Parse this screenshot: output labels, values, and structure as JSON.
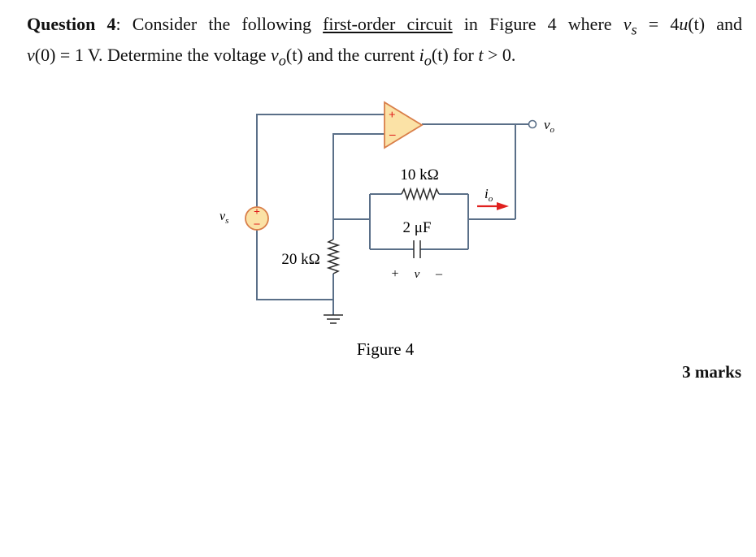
{
  "question": {
    "label": "Question 4",
    "colon": ":",
    "text1": " Consider the following ",
    "link": "first-order circuit",
    "text2": " in Figure 4 where ",
    "vs_var": "v",
    "vs_sub": "s",
    "vs_eq": " = 4",
    "ut_var": "u",
    "ut_arg": "(t)",
    "and": " and",
    "v0_var": "v",
    "v0_rest": "(0) = 1 V. Determine the voltage ",
    "vo_var": "v",
    "vo_sub": "o",
    "vo_arg": "(t)",
    "mid": " and the current ",
    "io_var": "i",
    "io_sub": "o",
    "io_arg": "(t)",
    "for": " for ",
    "t_var": "t",
    "cond": " > 0."
  },
  "figure": {
    "caption": "Figure 4",
    "r_feedback": "10 kΩ",
    "c_feedback": "2 μF",
    "r_ground": "20 kΩ",
    "cap_plus": "+",
    "cap_v": "v",
    "cap_minus": "–",
    "io_var": "i",
    "io_sub": "o",
    "vo_var": "v",
    "vo_sub": "o",
    "vs_var": "v",
    "vs_sub": "s",
    "src_plus": "+",
    "src_minus": "–",
    "opamp_plus": "+",
    "opamp_minus": "–",
    "colors": {
      "wire": "#5a6f88",
      "opamp_fill": "#fbe2a6",
      "opamp_stroke": "#d97f4a",
      "source_fill": "#fbe2a6",
      "sign_red": "#e0201e",
      "arrow_red": "#e0201e",
      "component": "#2c2c2c"
    }
  },
  "marks": "3 marks"
}
